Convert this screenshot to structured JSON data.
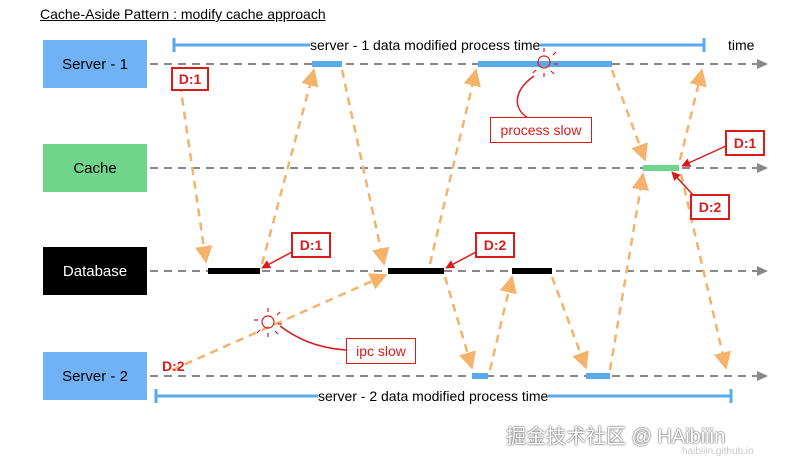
{
  "title": "Cache-Aside Pattern : modify cache approach",
  "actors": {
    "server1": "Server - 1",
    "cache": "Cache",
    "database": "Database",
    "server2": "Server - 2"
  },
  "time_label": "time",
  "spans": {
    "server1": "server - 1 data modified process time",
    "server2": "server - 2 data modified process time"
  },
  "data_labels": {
    "d1_server1": "D:1",
    "d1_database": "D:1",
    "d2_database": "D:2",
    "d1_cache": "D:1",
    "d2_cache": "D:2",
    "d2_server2": "D:2"
  },
  "notes": {
    "process_slow": "process slow",
    "ipc_slow": "ipc slow"
  },
  "watermark": {
    "main": "掘金技术社区 @ HAibiiin",
    "sub": "haibiiin.github.io"
  },
  "colors": {
    "server": "#6fb2f5",
    "cache": "#6fd58a",
    "database": "#000000",
    "arrow": "#f5b26b",
    "highlight": "#d91b1b",
    "span": "#5aa9ee"
  }
}
